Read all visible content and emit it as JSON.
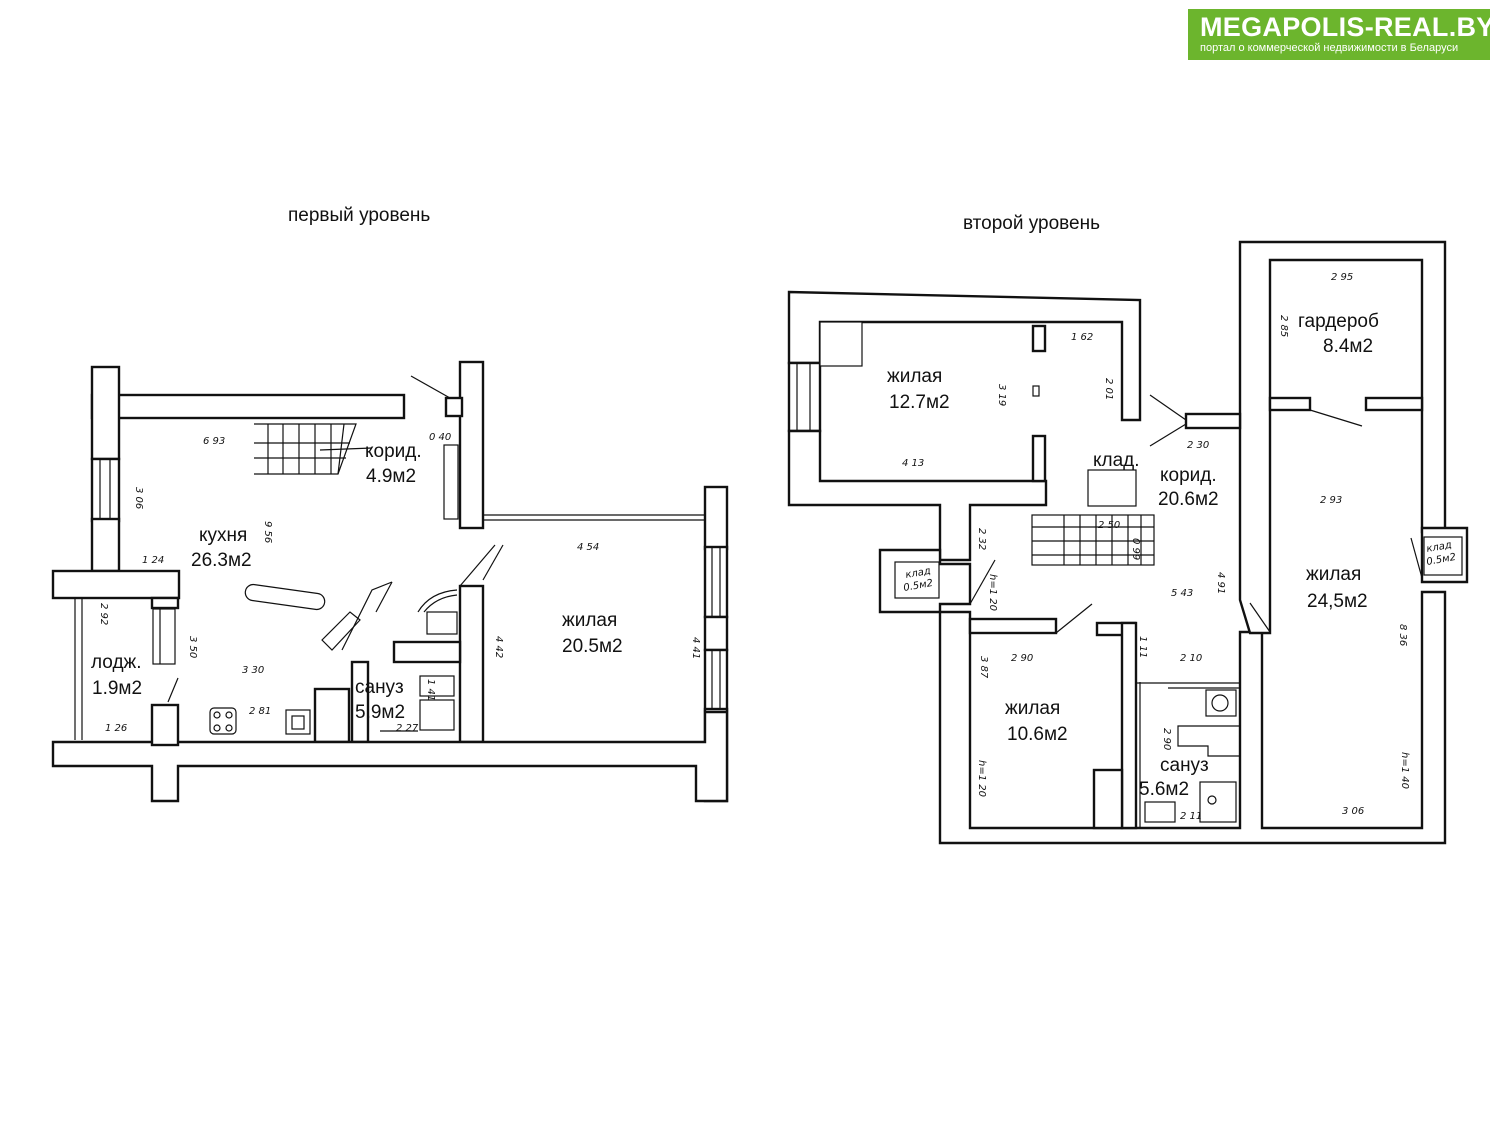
{
  "logo": {
    "title": "MEGAPOLIS-REAL.BY",
    "subtitle": "портал о коммерческой недвижимости в Беларуси"
  },
  "level1": {
    "title": "первый уровень",
    "rooms": {
      "corridor": {
        "name": "корид.",
        "area": "4.9м2"
      },
      "kitchen": {
        "name": "кухня",
        "area": "26.3м2"
      },
      "living": {
        "name": "жилая",
        "area": "20.5м2"
      },
      "loggia": {
        "name": "лодж.",
        "area": "1.9м2"
      },
      "bathroom": {
        "name": "сануз",
        "area": "5.9м2"
      }
    },
    "dims": {
      "d693": "6 93",
      "d040": "0 40",
      "d306": "3 06",
      "d956": "9 56",
      "d124": "1 24",
      "d454": "4 54",
      "d292": "2 92",
      "d350": "3 50",
      "d330": "3 30",
      "d442": "4 42",
      "d441": "4 41",
      "d126": "1 26",
      "d281": "2 81",
      "d227": "2 27",
      "d141": "1 41"
    }
  },
  "level2": {
    "title": "второй уровень",
    "rooms": {
      "living_a": {
        "name": "жилая",
        "area": "12.7м2"
      },
      "storage": {
        "name": "клад."
      },
      "corridor": {
        "name": "корид.",
        "area": "20.6м2"
      },
      "wardrobe": {
        "name": "гардероб",
        "area": "8.4м2"
      },
      "living_b": {
        "name": "жилая",
        "area": "24,5м2"
      },
      "living_c": {
        "name": "жилая",
        "area": "10.6м2"
      },
      "bathroom": {
        "name": "сануз",
        "area": "5.6м2"
      },
      "storage_left": {
        "name": "клад",
        "area": "0.5м2"
      },
      "storage_right": {
        "name": "клад",
        "area": "0.5м2"
      }
    },
    "dims": {
      "d162": "1 62",
      "d319": "3 19",
      "d201": "2 01",
      "d413": "4 13",
      "d295": "2 95",
      "d285": "2 85",
      "d230": "2 30",
      "d232": "2 32",
      "d250": "2 50",
      "d099": "0 99",
      "d293": "2 93",
      "d543": "5 43",
      "d491": "4 91",
      "h120a": "h=1 20",
      "d290a": "2 90",
      "d111": "1 11",
      "d210": "2 10",
      "d387": "3 87",
      "d836": "8 36",
      "d290b": "2 90",
      "h120b": "h=1 20",
      "d211": "2 11",
      "h140": "h=1 40",
      "d306": "3 06"
    }
  }
}
